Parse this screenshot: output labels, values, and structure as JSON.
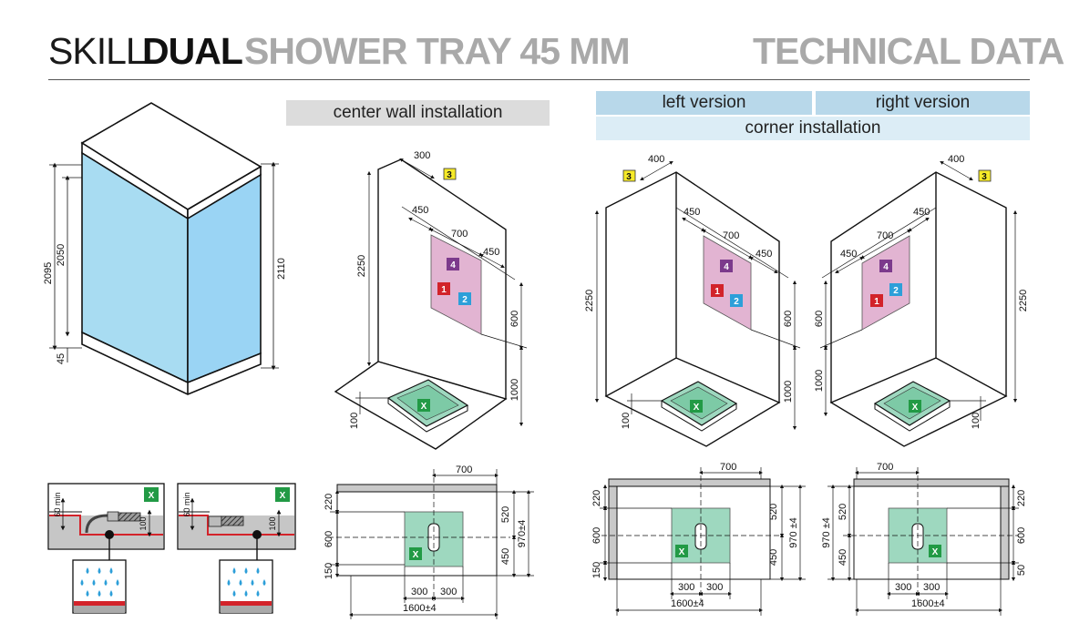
{
  "header": {
    "brand_light": "SKILL",
    "brand_bold": "DUAL",
    "product": "SHOWER TRAY 45 MM",
    "section": "TECHNICAL DATA"
  },
  "labels": {
    "center_wall": "center wall installation",
    "left_version": "left version",
    "right_version": "right version",
    "corner": "corner installation"
  },
  "markers": {
    "m1": "1",
    "m2": "2",
    "m3": "3",
    "m4": "4",
    "mx": "X"
  },
  "cabin": {
    "d2095": "2095",
    "d2050": "2050",
    "d45": "45",
    "d2110": "2110"
  },
  "drain": {
    "min60": "60 min",
    "d100": "100"
  },
  "center": {
    "d300": "300",
    "d450a": "450",
    "d700": "700",
    "d450b": "450",
    "d2250": "2250",
    "d600": "600",
    "d1000": "1000",
    "d100": "100"
  },
  "left": {
    "d400": "400",
    "d450a": "450",
    "d700": "700",
    "d450b": "450",
    "d2250": "2250",
    "d600": "600",
    "d1000": "1000",
    "d100": "100"
  },
  "right": {
    "d400": "400",
    "d450a": "450",
    "d700": "700",
    "d450b": "450",
    "d2250": "2250",
    "d600": "600",
    "d1000": "1000",
    "d100": "100"
  },
  "plan_center": {
    "d700": "700",
    "d220": "220",
    "d600": "600",
    "d150": "150",
    "d520": "520",
    "d450": "450",
    "d970": "970±4",
    "d300a": "300",
    "d300b": "300",
    "d1600": "1600±4"
  },
  "plan_left": {
    "d700": "700",
    "d220": "220",
    "d600": "600",
    "d150": "150",
    "d520": "520",
    "d450": "450",
    "d970": "970 ±4",
    "d300a": "300",
    "d300b": "300",
    "d1600": "1600±4"
  },
  "plan_right": {
    "d700": "700",
    "d970": "970 ±4",
    "d520": "520",
    "d450": "450",
    "d220": "220",
    "d600": "600",
    "d50": "50",
    "d300a": "300",
    "d300b": "300",
    "d1600": "1600±4"
  },
  "colors": {
    "glass": "#a8dcf2",
    "tray": "#9ed8bf",
    "connector_zone": "#e2b4d2",
    "marker_1": "#d2232a",
    "marker_2": "#2d9fd9",
    "marker_3": "#f6ea29",
    "marker_4": "#7c3a8c",
    "marker_x": "#229a45",
    "header_blue": "#b8d8ea",
    "header_light_blue": "#dcedf6",
    "header_grey": "#dcdcdc"
  }
}
